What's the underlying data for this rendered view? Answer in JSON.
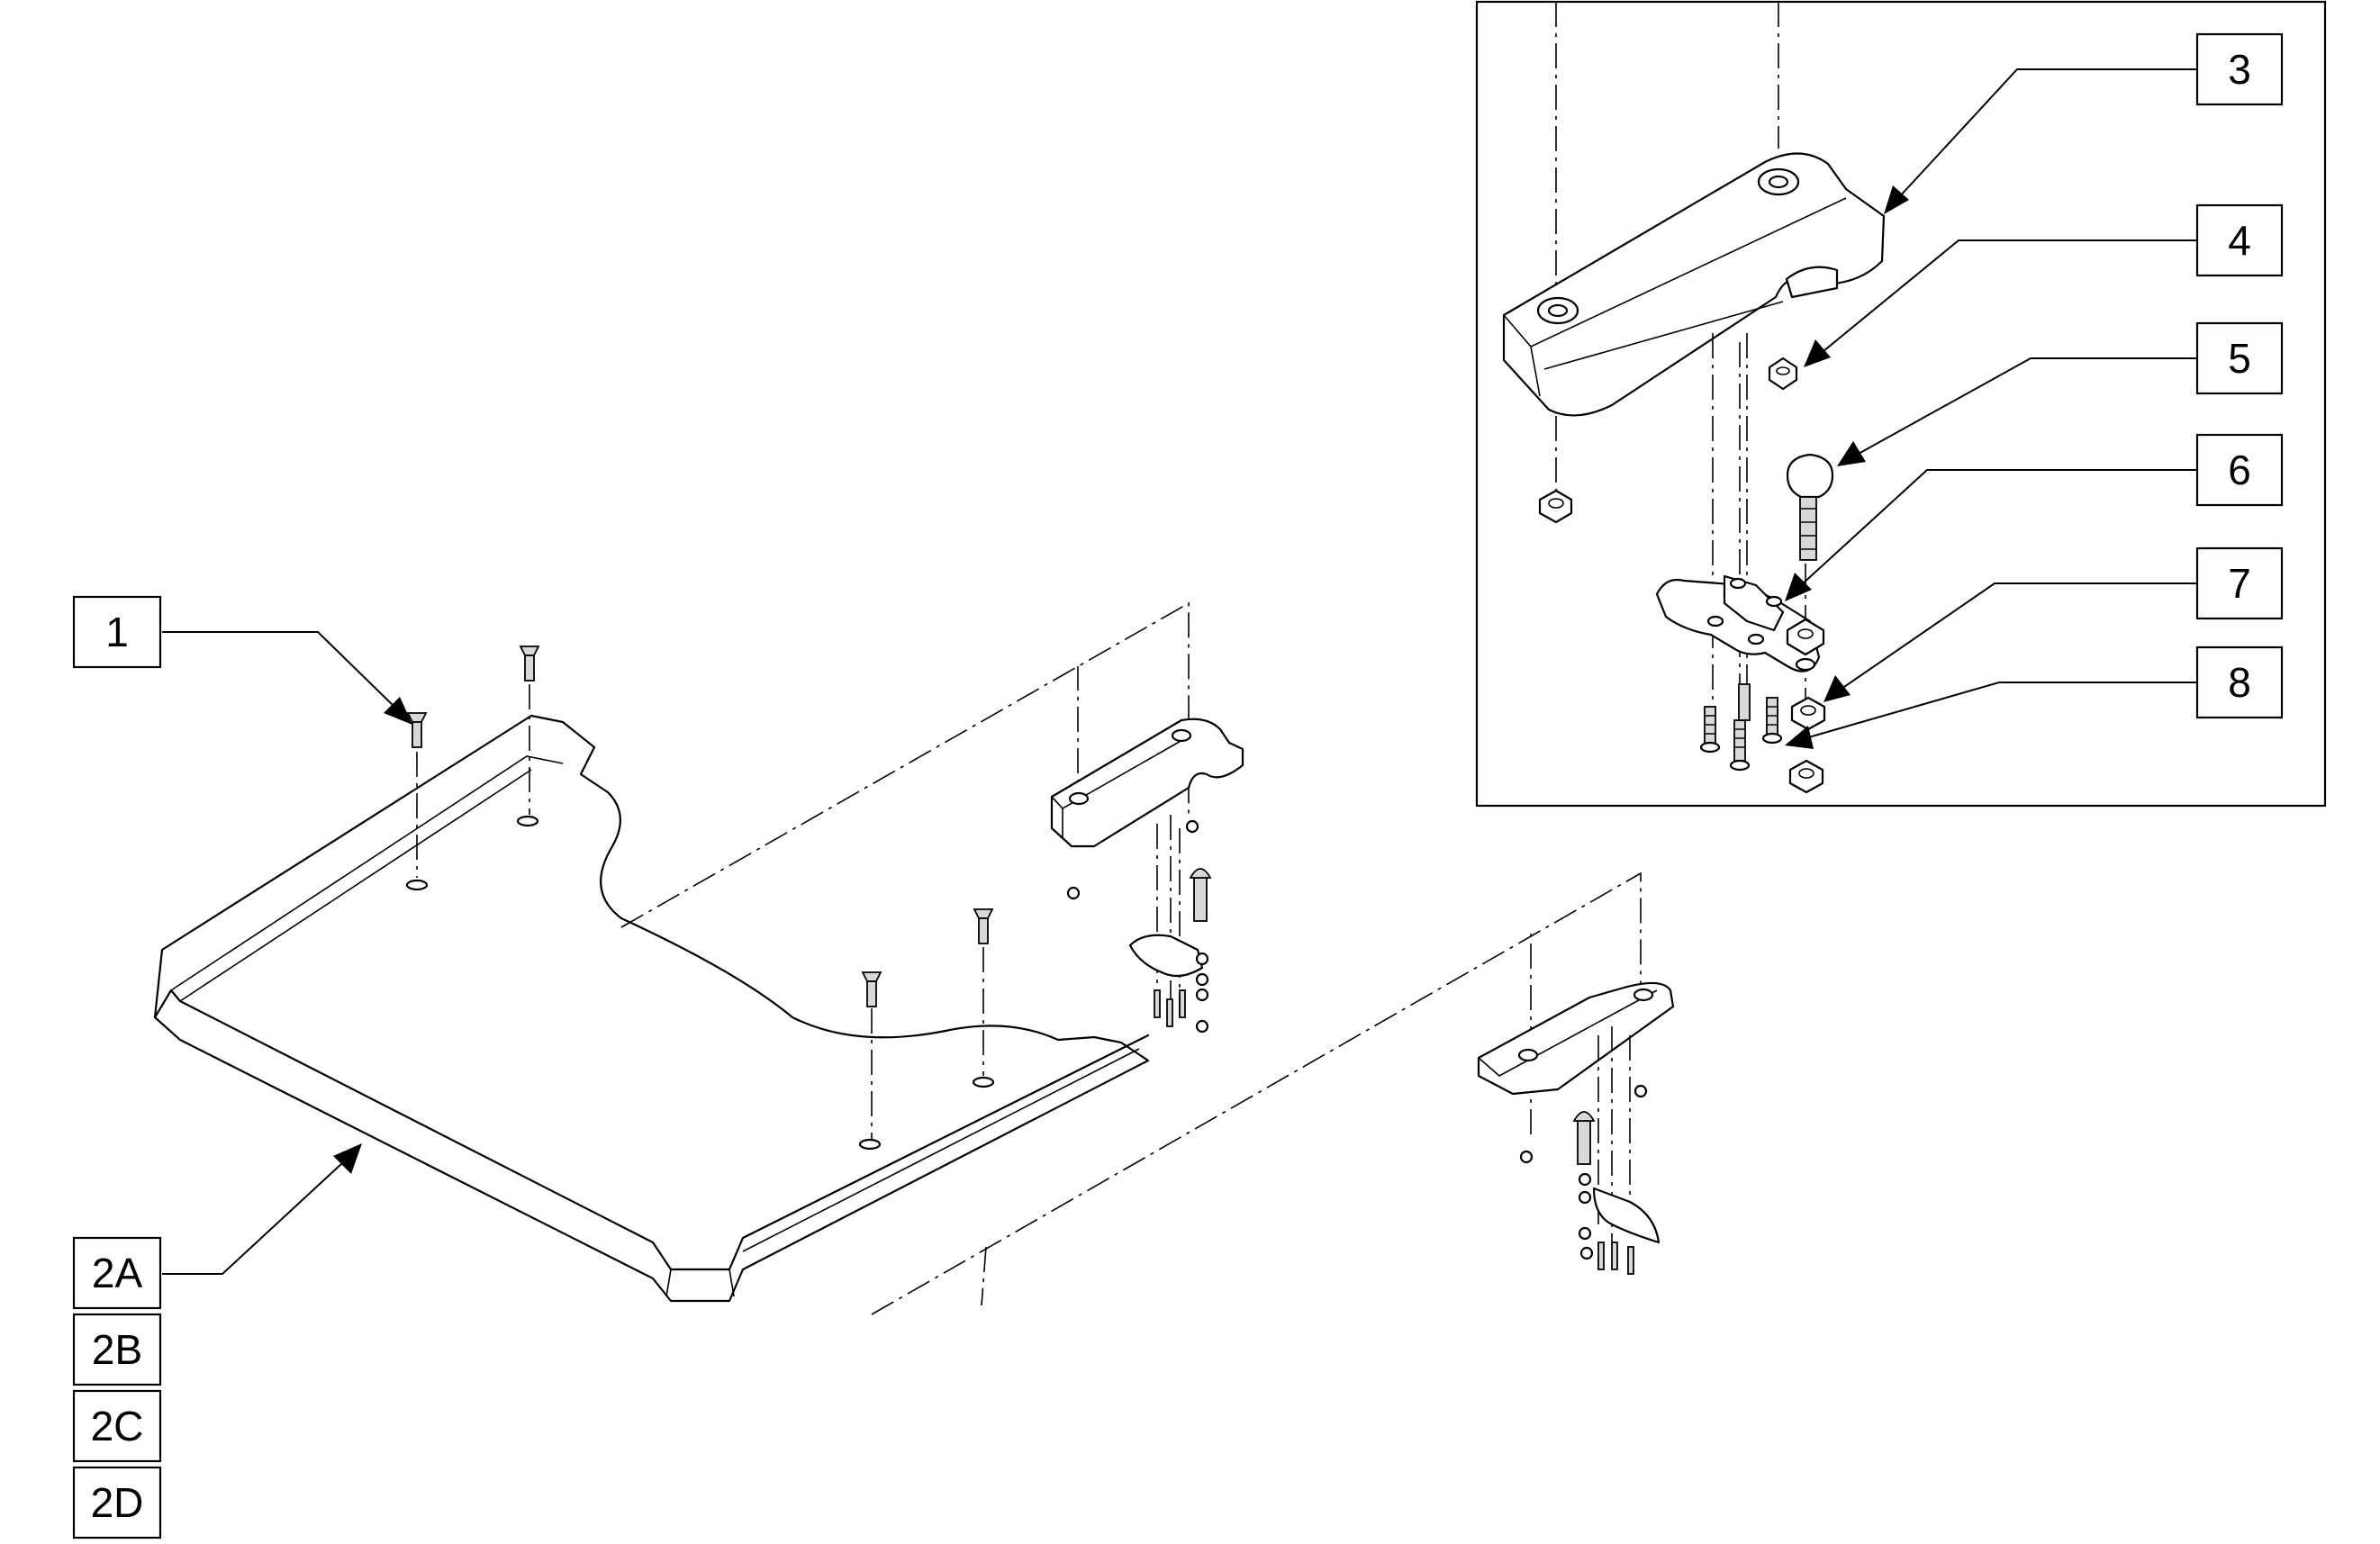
{
  "callouts": {
    "c1": "1",
    "c2a": "2A",
    "c2b": "2B",
    "c2c": "2C",
    "c2d": "2D",
    "c3": "3",
    "c4": "4",
    "c5": "5",
    "c6": "6",
    "c7": "7",
    "c8": "8"
  }
}
